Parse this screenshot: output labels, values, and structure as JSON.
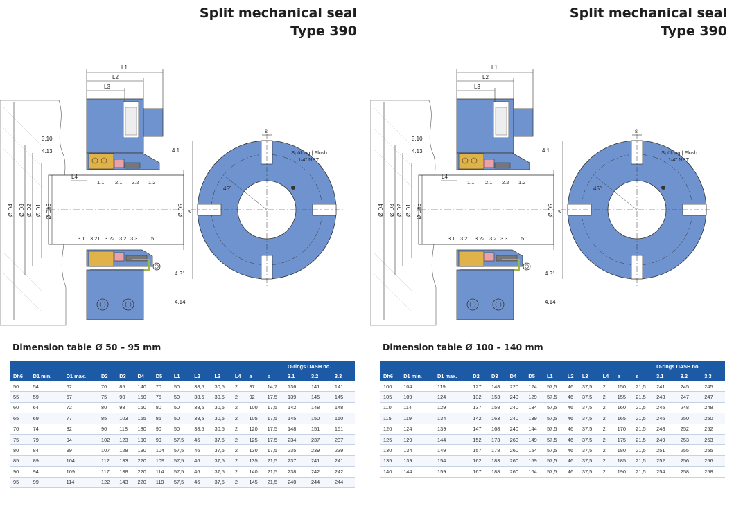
{
  "panels": [
    {
      "title_line1": "Split mechanical seal",
      "title_line2": "Type 390",
      "table_title": "Dimension table Ø 50 – 95 mm",
      "group_header": "O-rings DASH no.",
      "columns": [
        "Dh6",
        "D1 min.",
        "D1 max.",
        "D2",
        "D3",
        "D4",
        "D5",
        "L1",
        "L2",
        "L3",
        "L4",
        "a",
        "s",
        "3.1",
        "3.2",
        "3.3"
      ],
      "rows": [
        [
          "50",
          "54",
          "62",
          "70",
          "85",
          "140",
          "70",
          "50",
          "38,5",
          "30,5",
          "2",
          "87",
          "14,7",
          "136",
          "141",
          "141"
        ],
        [
          "55",
          "59",
          "67",
          "75",
          "90",
          "150",
          "75",
          "50",
          "38,5",
          "30,5",
          "2",
          "92",
          "17,5",
          "139",
          "145",
          "145"
        ],
        [
          "60",
          "64",
          "72",
          "80",
          "98",
          "160",
          "80",
          "50",
          "38,5",
          "30,5",
          "2",
          "100",
          "17,5",
          "142",
          "148",
          "148"
        ],
        [
          "65",
          "69",
          "77",
          "85",
          "103",
          "165",
          "85",
          "50",
          "38,5",
          "30,5",
          "2",
          "105",
          "17,5",
          "145",
          "150",
          "150"
        ],
        [
          "70",
          "74",
          "82",
          "90",
          "118",
          "180",
          "90",
          "50",
          "38,5",
          "30,5",
          "2",
          "120",
          "17,5",
          "148",
          "151",
          "151"
        ],
        [
          "75",
          "79",
          "94",
          "102",
          "123",
          "190",
          "99",
          "57,5",
          "46",
          "37,5",
          "2",
          "125",
          "17,5",
          "234",
          "237",
          "237"
        ],
        [
          "80",
          "84",
          "99",
          "107",
          "128",
          "190",
          "104",
          "57,5",
          "46",
          "37,5",
          "2",
          "130",
          "17,5",
          "235",
          "239",
          "239"
        ],
        [
          "85",
          "89",
          "104",
          "112",
          "133",
          "220",
          "109",
          "57,5",
          "46",
          "37,5",
          "2",
          "135",
          "21,5",
          "237",
          "241",
          "241"
        ],
        [
          "90",
          "94",
          "109",
          "117",
          "138",
          "220",
          "114",
          "57,5",
          "46",
          "37,5",
          "2",
          "140",
          "21,5",
          "238",
          "242",
          "242"
        ],
        [
          "95",
          "99",
          "114",
          "122",
          "143",
          "220",
          "119",
          "57,5",
          "46",
          "37,5",
          "2",
          "145",
          "21,5",
          "240",
          "244",
          "244"
        ]
      ]
    },
    {
      "title_line1": "Split mechanical seal",
      "title_line2": "Type 390",
      "table_title": "Dimension table Ø 100 – 140 mm",
      "group_header": "O-rings DASH no.",
      "columns": [
        "Dh6",
        "D1 min.",
        "D1 max.",
        "D2",
        "D3",
        "D4",
        "D5",
        "L1",
        "L2",
        "L3",
        "L4",
        "a",
        "s",
        "3.1",
        "3.2",
        "3.3"
      ],
      "rows": [
        [
          "100",
          "104",
          "119",
          "127",
          "148",
          "220",
          "124",
          "57,5",
          "46",
          "37,5",
          "2",
          "150",
          "21,5",
          "241",
          "245",
          "245"
        ],
        [
          "105",
          "109",
          "124",
          "132",
          "153",
          "240",
          "129",
          "57,5",
          "46",
          "37,5",
          "2",
          "155",
          "21,5",
          "243",
          "247",
          "247"
        ],
        [
          "110",
          "114",
          "129",
          "137",
          "158",
          "240",
          "134",
          "57,5",
          "46",
          "37,5",
          "2",
          "160",
          "21,5",
          "245",
          "248",
          "248"
        ],
        [
          "115",
          "119",
          "134",
          "142",
          "163",
          "240",
          "139",
          "57,5",
          "46",
          "37,5",
          "2",
          "165",
          "21,5",
          "246",
          "250",
          "250"
        ],
        [
          "120",
          "124",
          "139",
          "147",
          "168",
          "240",
          "144",
          "57,5",
          "46",
          "37,5",
          "2",
          "170",
          "21,5",
          "248",
          "252",
          "252"
        ],
        [
          "125",
          "129",
          "144",
          "152",
          "173",
          "260",
          "149",
          "57,5",
          "46",
          "37,5",
          "2",
          "175",
          "21,5",
          "249",
          "253",
          "253"
        ],
        [
          "130",
          "134",
          "149",
          "157",
          "178",
          "260",
          "154",
          "57,5",
          "46",
          "37,5",
          "2",
          "180",
          "21,5",
          "251",
          "255",
          "255"
        ],
        [
          "135",
          "139",
          "154",
          "162",
          "183",
          "260",
          "159",
          "57,5",
          "46",
          "37,5",
          "2",
          "185",
          "21,5",
          "252",
          "256",
          "256"
        ],
        [
          "140",
          "144",
          "159",
          "167",
          "188",
          "260",
          "164",
          "57,5",
          "46",
          "37,5",
          "2",
          "190",
          "21,5",
          "254",
          "258",
          "258"
        ]
      ]
    }
  ],
  "drawing_labels": {
    "L1": "L1",
    "L2": "L2",
    "L3": "L3",
    "L4": "L4",
    "p310": "3.10",
    "p413": "4.13",
    "p41": "4.1",
    "p11": "1.1",
    "p21": "2.1",
    "p22": "2.2",
    "p12": "1.2",
    "p31": "3.1",
    "p321": "3.21",
    "p322": "3.22",
    "p32": "3.2",
    "p33": "3.3",
    "p51": "5.1",
    "p431": "4.31",
    "p414": "4.14",
    "D4": "Ø D4",
    "D3": "Ø D3",
    "D2": "Ø D2",
    "D1": "Ø D1",
    "Dh6": "Ø Dh6",
    "D5": "Ø D5",
    "a": "a",
    "s": "s",
    "angle": "45°",
    "flush_line1": "Spülung | Flush",
    "flush_line2": "1/4\" NPT"
  },
  "colors": {
    "housing_blue": "#6f93cf",
    "table_header": "#1d5aa6",
    "seal_face_pink": "#e8a2a8",
    "seal_gold": "#e0b24a"
  }
}
